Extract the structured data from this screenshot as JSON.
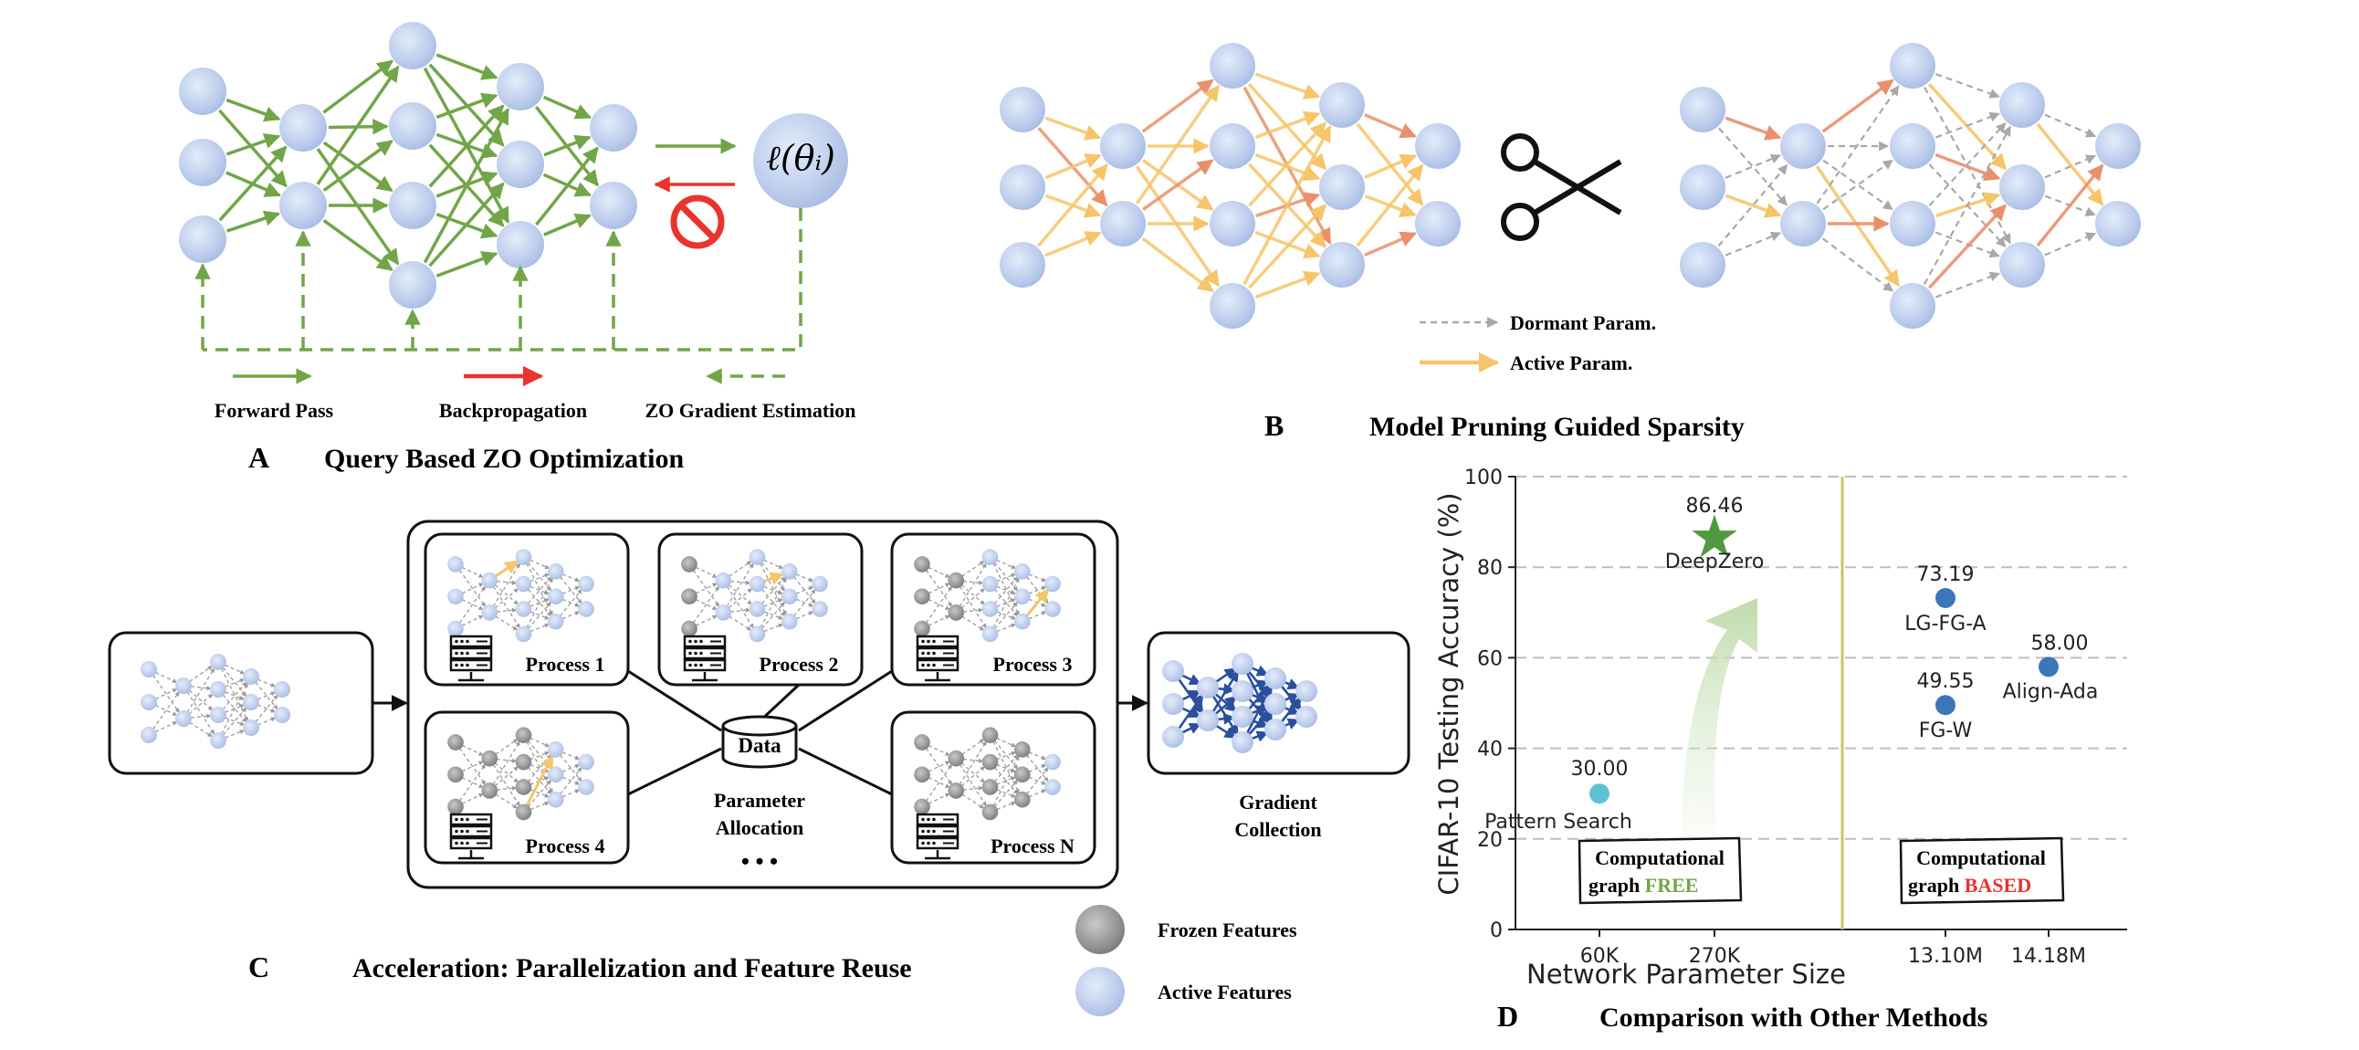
{
  "panel_a": {
    "letter": "A",
    "title": "Query Based ZO Optimization",
    "loss_label": "ℓ(θᵢ)",
    "legend": [
      "Forward Pass",
      "Backpropagation",
      "ZO Gradient Estimation"
    ],
    "colors": {
      "forward": "#72a548",
      "backward": "#e8342c",
      "node": "#b9cbe9"
    }
  },
  "panel_b": {
    "letter": "B",
    "title": "Model Pruning Guided Sparsity",
    "legend": [
      "Dormant Param.",
      "Active Param."
    ],
    "colors": {
      "dormant": "#a8a8a8",
      "active": "#f6c469",
      "active_strong": "#e9906b"
    }
  },
  "panel_c": {
    "letter": "C",
    "title": "Acceleration: Parallelization and Feature Reuse",
    "processes": [
      "Process 1",
      "Process 2",
      "Process 3",
      "Process 4",
      "Process N"
    ],
    "center_label": "Data",
    "allocation_label": [
      "Parameter",
      "Allocation"
    ],
    "ellipsis": "• • •",
    "collection_label": [
      "Gradient",
      "Collection"
    ],
    "legend": [
      "Frozen Features",
      "Active Features"
    ],
    "colors": {
      "frozen": "#8f8f8f",
      "active": "#c5d3ef",
      "gradient": "#2b4f9e"
    }
  },
  "panel_d": {
    "letter": "D",
    "title": "Comparison with Other Methods",
    "box_free": {
      "prefix": "Computational",
      "second": "graph",
      "highlight": "FREE",
      "color": "#72a548"
    },
    "box_based": {
      "prefix": "Computational",
      "second": "graph",
      "highlight": "BASED",
      "color": "#e8342c"
    }
  },
  "chart_data": {
    "type": "scatter",
    "xlabel": "Network Parameter Size",
    "ylabel": "CIFAR-10 Testing Accuracy (%)",
    "ylim": [
      0,
      100
    ],
    "yticks": [
      "0",
      "20",
      "40",
      "60",
      "80",
      "100"
    ],
    "xticks": [
      "60K",
      "270K",
      "13.10M",
      "14.18M"
    ],
    "grid": "horizontal dashed",
    "points": [
      {
        "name": "Pattern Search",
        "x": "60K",
        "y": 30.0,
        "label": "30.00",
        "color": "#5ec3d0",
        "marker": "circle"
      },
      {
        "name": "DeepZero",
        "x": "270K",
        "y": 86.46,
        "label": "86.46",
        "color": "#4f9a3e",
        "marker": "star"
      },
      {
        "name": "LG-FG-A",
        "x": "13.10M",
        "y": 73.19,
        "label": "73.19",
        "color": "#3d76b8",
        "marker": "circle"
      },
      {
        "name": "FG-W",
        "x": "13.10M",
        "y": 49.55,
        "label": "49.55",
        "color": "#3d76b8",
        "marker": "circle"
      },
      {
        "name": "Align-Ada",
        "x": "14.18M",
        "y": 58.0,
        "label": "58.00",
        "color": "#3d76b8",
        "marker": "circle"
      }
    ]
  }
}
